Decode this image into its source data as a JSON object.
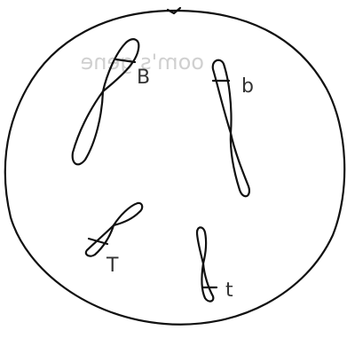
{
  "cell": {
    "bleed_through_text": "oom's gene ",
    "chromosomes": [
      {
        "name": "chromosome-B",
        "allele": "B"
      },
      {
        "name": "chromosome-b",
        "allele": "b"
      },
      {
        "name": "chromosome-T",
        "allele": "T"
      },
      {
        "name": "chromosome-t",
        "allele": "t"
      }
    ]
  },
  "colors": {
    "ink": "#111111",
    "label": "#333333",
    "paper": "#ffffff",
    "bleed_through": "#d0d0d0"
  }
}
